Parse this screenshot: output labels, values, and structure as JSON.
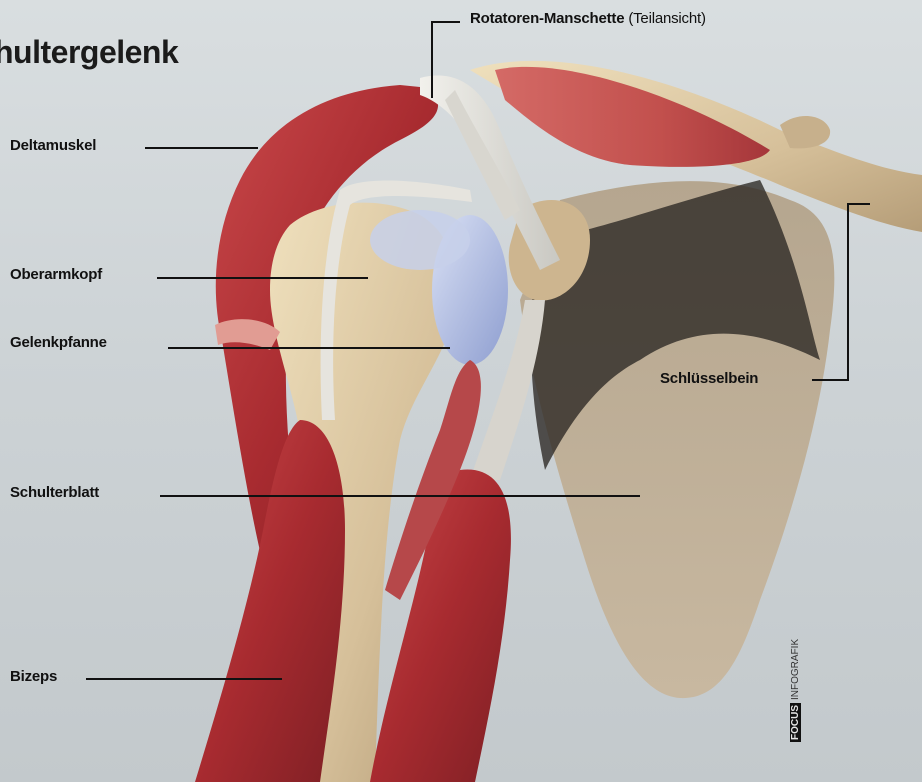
{
  "title": "hultergelenk",
  "labels": {
    "rotatorenmanschette": "Rotatoren-Manschette",
    "rotatorenmanschette_note": "(Teilansicht)",
    "deltamuskel": "Deltamuskel",
    "oberarmkopf": "Oberarmkopf",
    "gelenkpfanne": "Gelenkpfanne",
    "schluesselbein": "Schlüsselbein",
    "schulterblatt": "Schulterblatt",
    "bizeps": "Bizeps"
  },
  "credit": {
    "brand": "FOCUS",
    "text": "INFOGRAFIK"
  },
  "colors": {
    "background": "#cdd3d6",
    "muscle": "#b8373a",
    "bone": "#d9c6a4",
    "cartilage": "#aab8e0",
    "tendon": "#e2e1dc",
    "scapula": "#b9ab96",
    "leader_line": "#111111"
  }
}
